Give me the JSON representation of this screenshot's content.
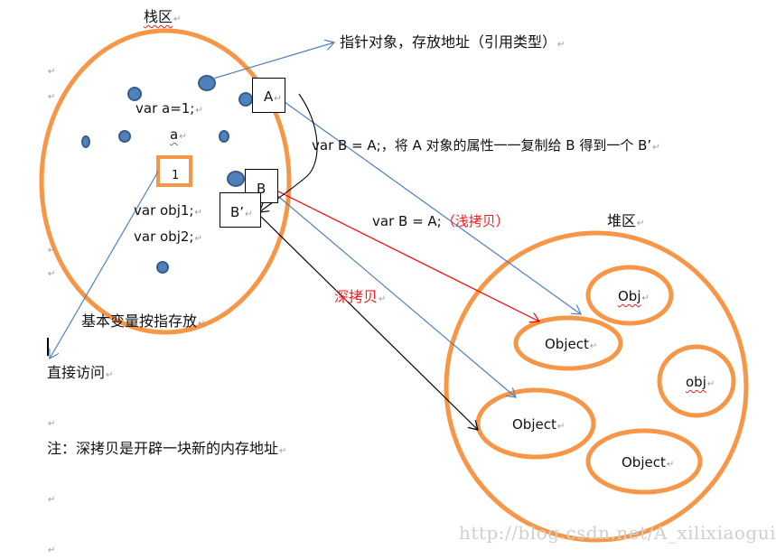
{
  "stack_area": {
    "title": "栈区",
    "code_var_a": "var a=1;",
    "label_a": "a",
    "value_box": "1",
    "code_obj1": "var obj1;",
    "code_obj2": "var obj2;",
    "box_A": "A",
    "box_B": "B",
    "box_B_prime": "B’"
  },
  "heap_area": {
    "title": "堆区",
    "objects": [
      "Obj",
      "Object",
      "obj",
      "Object",
      "Object"
    ]
  },
  "annotations": {
    "pointer_note": "指针对象，存放地址（引用类型）",
    "copy_note": "var B = A;，将 A 对象的属性一一复制给 B 得到一个 B’",
    "shallow_code": "var B = A;",
    "shallow_label": "（浅拷贝）",
    "deep_label": "深拷贝",
    "primitive_note": "基本变量按指存放",
    "direct_access": "直接访问",
    "footnote": "注：深拷贝是开辟一块新的内存地址"
  },
  "paragraph_mark": "↵",
  "watermark": "http://blog.csdn.net/A_xilixiaogui",
  "colors": {
    "ellipse_orange": "#f79646",
    "dot_blue": "#4f81bd",
    "dot_blue_dark": "#385d8a",
    "arrow_blue": "#4f81bd",
    "arrow_red": "#ff0000",
    "arrow_black": "#000000",
    "text_red": "#ff1a1a"
  }
}
